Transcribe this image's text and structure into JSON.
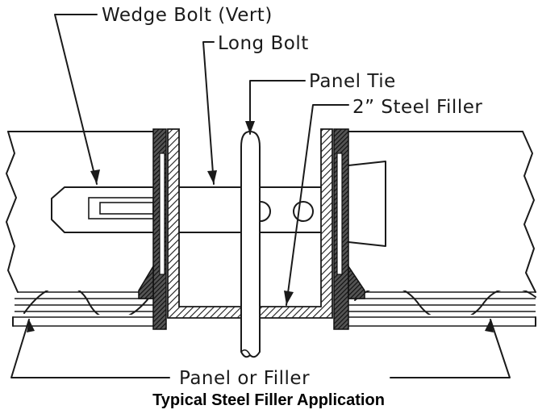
{
  "labels": {
    "wedge_bolt": "Wedge Bolt (Vert)",
    "long_bolt": "Long Bolt",
    "panel_tie": "Panel Tie",
    "steel_filler": "2” Steel Filler",
    "panel_or_filler": "Panel or Filler"
  },
  "caption": "Typical Steel Filler Application"
}
